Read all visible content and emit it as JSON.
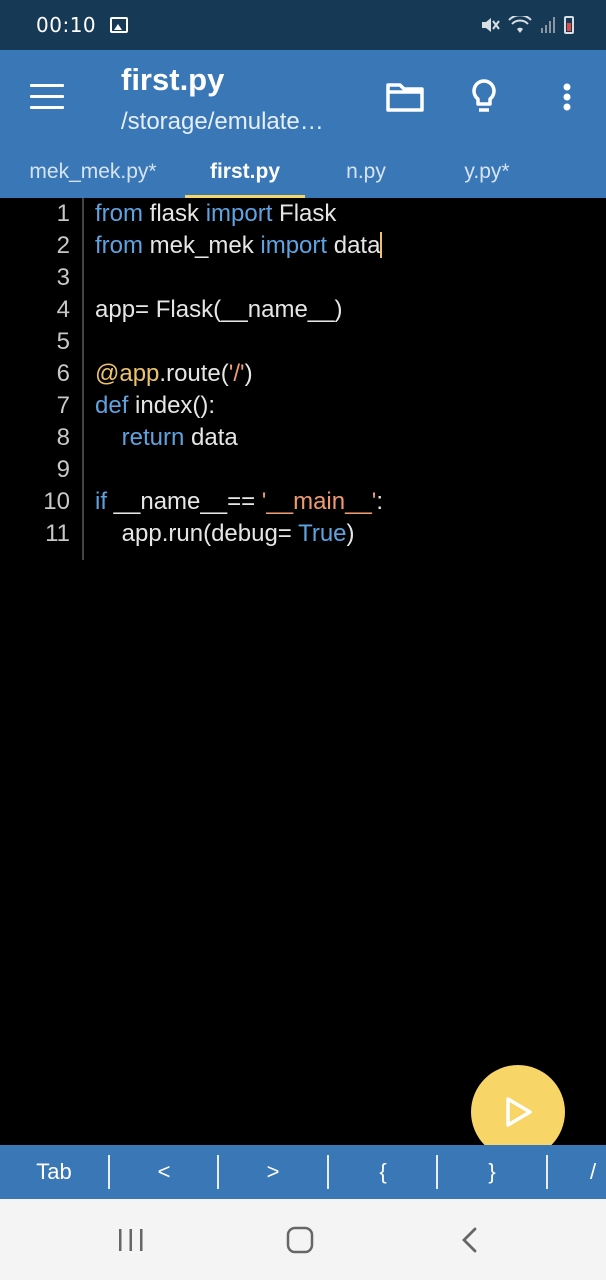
{
  "status": {
    "time": "00:10"
  },
  "appbar": {
    "title": "first.py",
    "path": "/storage/emulate…"
  },
  "tabs": [
    {
      "label": "mek_mek.py*"
    },
    {
      "label": "first.py"
    },
    {
      "label": "n.py"
    },
    {
      "label": "y.py*"
    }
  ],
  "editor": {
    "line_numbers": [
      "1",
      "2",
      "3",
      "4",
      "5",
      "6",
      "7",
      "8",
      "9",
      "10",
      "11"
    ],
    "lines": [
      [
        {
          "t": "from",
          "c": "kw"
        },
        {
          "t": " flask "
        },
        {
          "t": "import",
          "c": "kw"
        },
        {
          "t": " Flask"
        }
      ],
      [
        {
          "t": "from",
          "c": "kw"
        },
        {
          "t": " mek_mek "
        },
        {
          "t": "import",
          "c": "kw"
        },
        {
          "t": " data"
        }
      ],
      [],
      [
        {
          "t": "app= Flask(__name__)"
        }
      ],
      [],
      [
        {
          "t": "@app",
          "c": "dec"
        },
        {
          "t": ".route("
        },
        {
          "t": "'/'",
          "c": "str"
        },
        {
          "t": ")"
        }
      ],
      [
        {
          "t": "def",
          "c": "kw"
        },
        {
          "t": " index():"
        }
      ],
      [
        {
          "t": "    "
        },
        {
          "t": "return",
          "c": "kw"
        },
        {
          "t": " data"
        }
      ],
      [],
      [
        {
          "t": "if",
          "c": "kw"
        },
        {
          "t": " __name__== "
        },
        {
          "t": "'__main__'",
          "c": "str"
        },
        {
          "t": ":"
        }
      ],
      [
        {
          "t": "    app.run(debug= "
        },
        {
          "t": "True",
          "c": "kw"
        },
        {
          "t": ")"
        }
      ]
    ],
    "cursor_line": 1
  },
  "keys": [
    "Tab",
    "<",
    ">",
    "{",
    "}",
    "/"
  ],
  "colors": {
    "appbar": "#3a77b7",
    "status": "#163a55",
    "keyword": "#5fa2e0",
    "string": "#f09a70",
    "decorator": "#ecc26a",
    "fab": "#f8d567"
  },
  "icons": {
    "menu": "menu-icon",
    "folder": "folder-icon",
    "bulb": "lightbulb-icon",
    "more": "more-vert-icon",
    "run": "play-icon"
  }
}
